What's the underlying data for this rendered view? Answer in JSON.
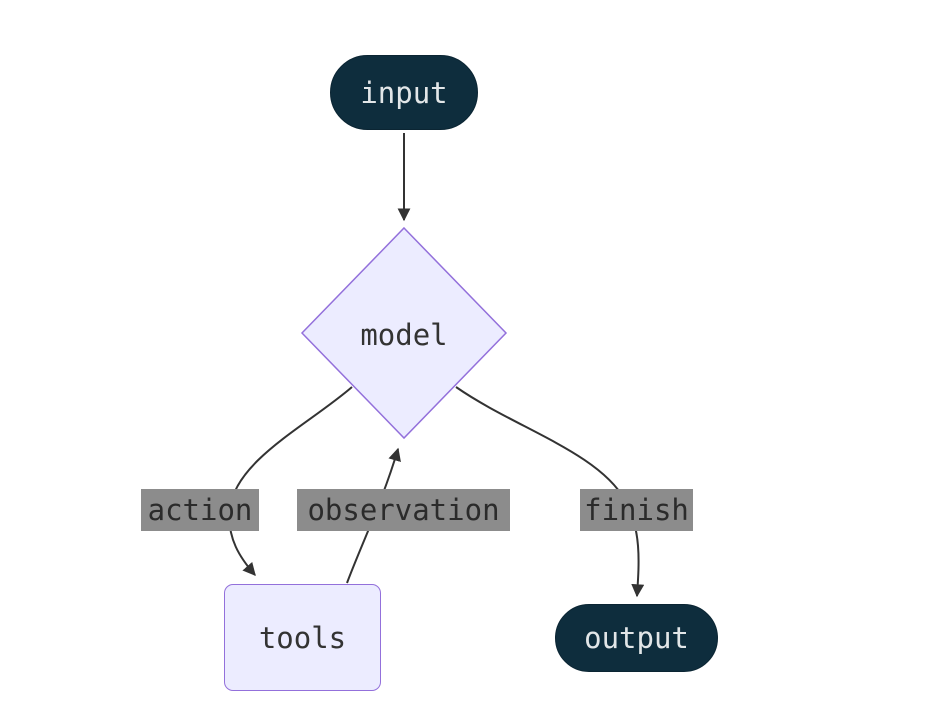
{
  "nodes": {
    "input": {
      "label": "input"
    },
    "model": {
      "label": "model"
    },
    "tools": {
      "label": "tools"
    },
    "output": {
      "label": "output"
    }
  },
  "edge_labels": {
    "action": "action",
    "observation": "observation",
    "finish": "finish"
  },
  "colors": {
    "background": "#ffffff",
    "dark_node_fill": "#0e2d3d",
    "dark_node_border": "#0b2533",
    "dark_node_text": "#e2e6e8",
    "light_node_fill": "#ececff",
    "light_node_border": "#9370db",
    "light_node_text": "#333333",
    "edge_stroke": "#333333",
    "edge_label_bg": "#8c8c8c",
    "edge_label_text": "#2b2b2b"
  }
}
